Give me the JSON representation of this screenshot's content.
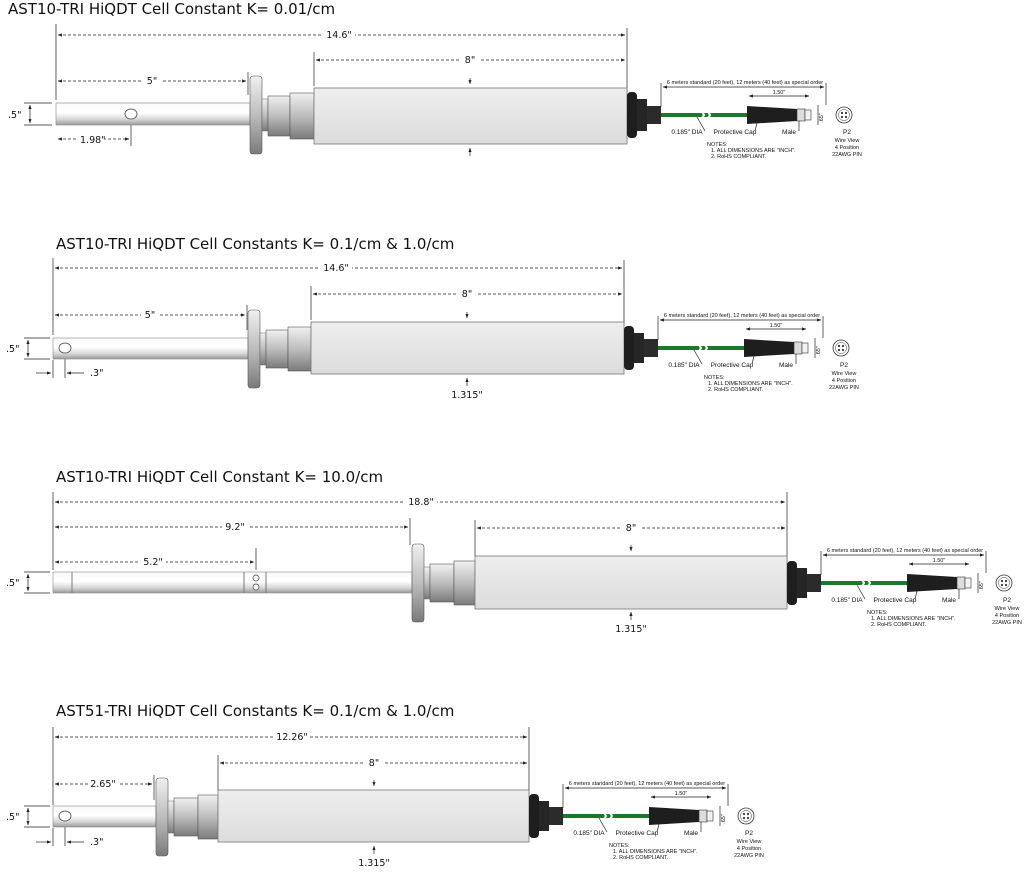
{
  "colors": {
    "cable": "#1a7a2a",
    "body": "#e6e6e6",
    "body_stroke": "#777777",
    "metal": "#cfcfcf",
    "cap": "#1e1e1e"
  },
  "callouts": {
    "cable_length": "6 meters standard (20 feet), 12 meters (40 feet) as special order",
    "cap_length": "1.50\"",
    "cable_dia": "0.185\" DIA",
    "protective_cap": "Protective Cap",
    "male": "Male",
    "connector_dia": ".65\"",
    "p2": "P2",
    "wire_view": "Wire View",
    "position": "4 Position",
    "pin": "22AWG PIN",
    "notes": "NOTES:",
    "note1": "1. ALL DIMENSIONS ARE \"INCH\".",
    "note2": "2. RoHS COMPLIANT."
  },
  "drawings": [
    {
      "title": "AST10-TRI HiQDT Cell Constant K= 0.01/cm",
      "overall": "14.6\"",
      "body": "8\"",
      "insert": "5\"",
      "tube_dia": ".5\"",
      "hole": "1.98\"",
      "body_dia": ""
    },
    {
      "title": "AST10-TRI HiQDT Cell Constants K= 0.1/cm & 1.0/cm",
      "overall": "14.6\"",
      "body": "8\"",
      "insert": "5\"",
      "tube_dia": ".5\"",
      "hole": ".3\"",
      "body_dia": "1.315\""
    },
    {
      "title": "AST10-TRI HiQDT Cell Constant K= 10.0/cm",
      "overall": "18.8\"",
      "mid": "9.2\"",
      "body": "8\"",
      "insert": "5.2\"",
      "tube_dia": ".5\"",
      "body_dia": "1.315\""
    },
    {
      "title": "AST51-TRI HiQDT Cell Constants K= 0.1/cm & 1.0/cm",
      "overall": "12.26\"",
      "body": "8\"",
      "insert": "2.65\"",
      "tube_dia": ".5\"",
      "hole": ".3\"",
      "body_dia": "1.315\""
    }
  ]
}
